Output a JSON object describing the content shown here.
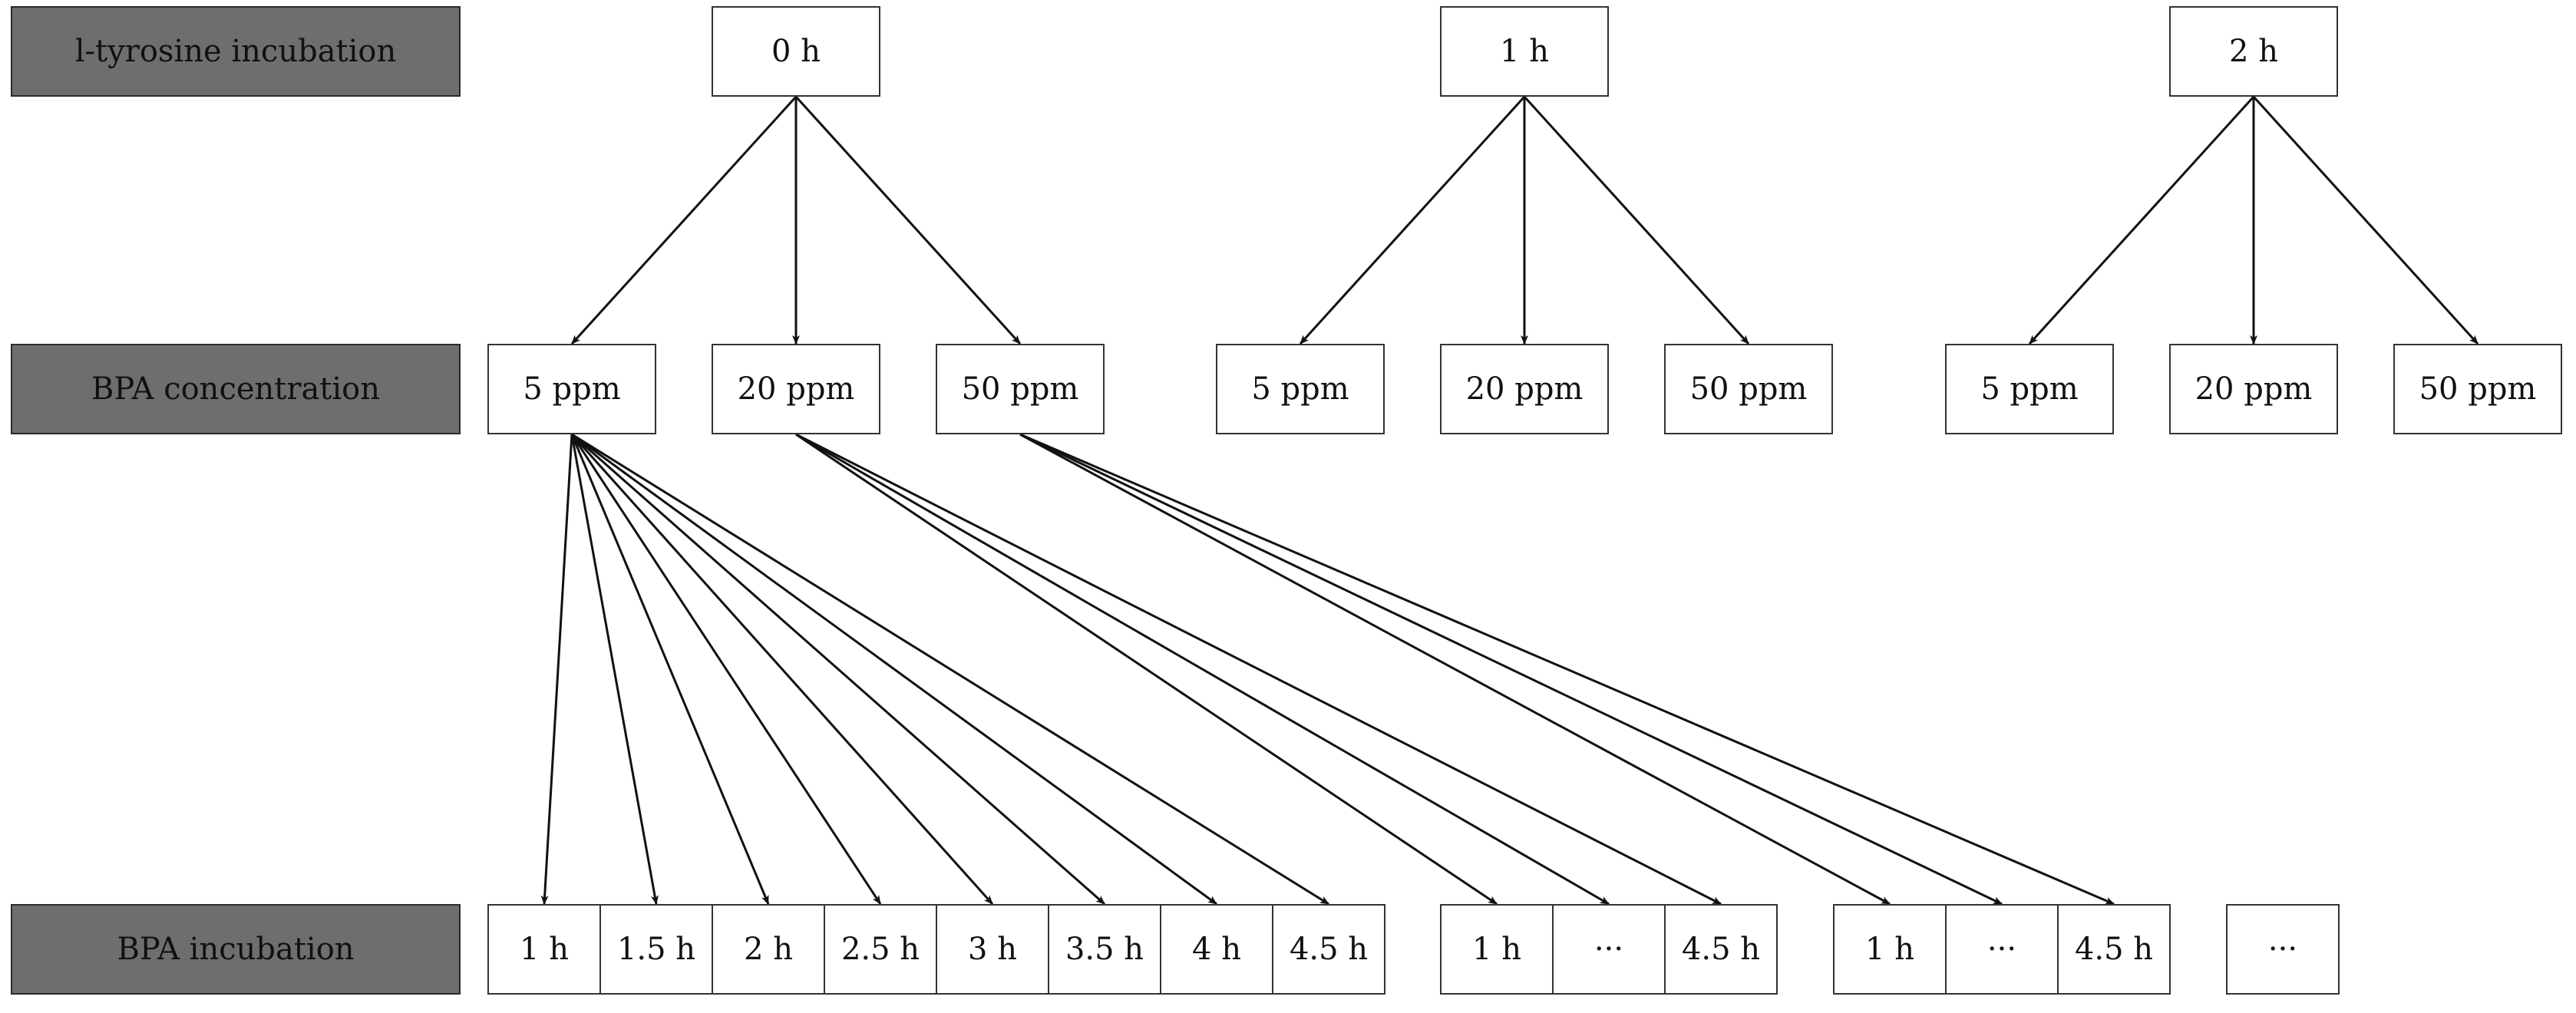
{
  "row_labels": {
    "tyrosine": "l-tyrosine incubation",
    "concentration": "BPA concentration",
    "incubation": "BPA incubation"
  },
  "tyrosine_times": [
    "0 h",
    "1 h",
    "2 h"
  ],
  "concentrations": [
    "5 ppm",
    "20 ppm",
    "50 ppm"
  ],
  "incubation_group_1": [
    "1 h",
    "1.5 h",
    "2 h",
    "2.5 h",
    "3 h",
    "3.5 h",
    "4 h",
    "4.5 h"
  ],
  "incubation_group_2": [
    "1 h",
    "···",
    "4.5 h"
  ],
  "incubation_group_3": [
    "1 h",
    "···",
    "4.5 h"
  ],
  "incubation_group_4": [
    "···"
  ],
  "colors": {
    "label_fill": "#6e6e6e",
    "box_border": "#333333",
    "arrow": "#111111"
  }
}
